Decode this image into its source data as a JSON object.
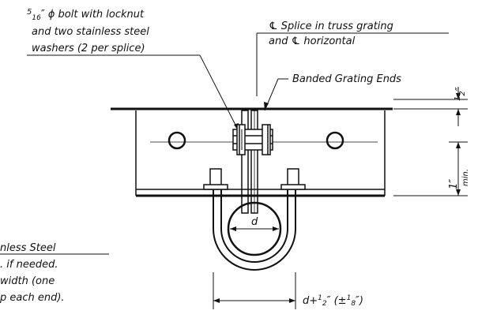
{
  "callouts": {
    "bolt": {
      "fraction_num": "5",
      "fraction_den": "16",
      "line1_rest": "″ ϕ bolt with locknut",
      "line2": "and two stainless steel",
      "line3": "washers (2 per splice)"
    },
    "splice": {
      "line1": "℄ Splice in truss grating",
      "line2": "and ℄ horizontal"
    },
    "banded": "Banded Grating Ends",
    "stainless": {
      "line1": "nless Steel",
      "line2": ". if needed.",
      "line3": "width (one",
      "line4": "p each end)."
    }
  },
  "dimensions": {
    "top_gap": {
      "num": "1",
      "den": "2",
      "unit": "″"
    },
    "min_height": {
      "value": "1″",
      "note": "min."
    },
    "pipe_diameter": "d",
    "bottom": {
      "prefix": "d+",
      "num": "1",
      "den": "2",
      "unit": "″ (±",
      "tol_num": "1",
      "tol_den": "8",
      "close": "″)"
    }
  },
  "colors": {
    "ink": "#111111",
    "background": "#ffffff"
  }
}
